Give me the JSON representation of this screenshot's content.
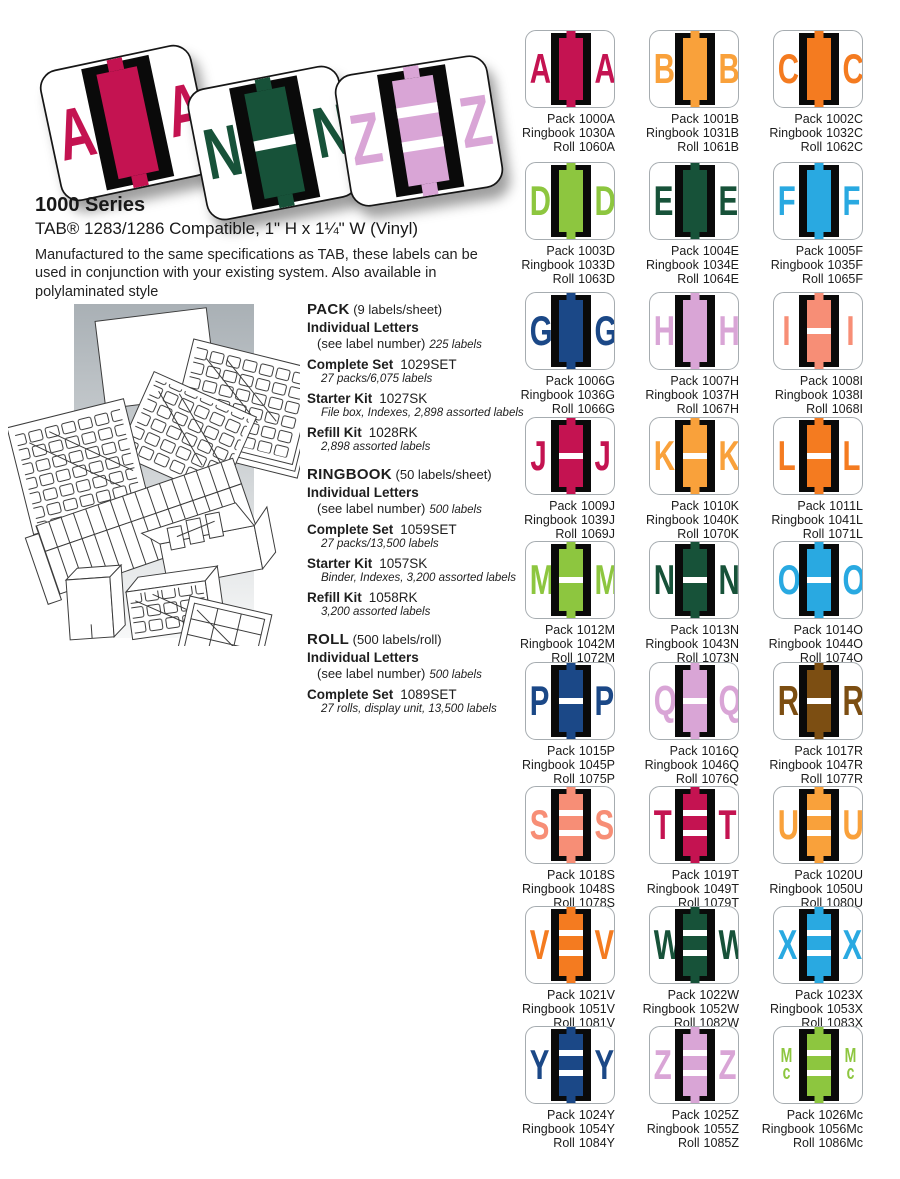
{
  "header": {
    "series_title": "1000 Series",
    "compat_line": "TAB® 1283/1286 Compatible, 1\" H x 1¼\" W (Vinyl)",
    "description": "Manufactured to the same specifications as TAB, these labels can be used in conjunction with your existing system. Also available in polylaminated style"
  },
  "hero_labels": [
    {
      "letter": "A",
      "color": "#C41351",
      "stripes": 0
    },
    {
      "letter": "N",
      "color": "#175239",
      "stripes": 1
    },
    {
      "letter": "Z",
      "color": "#D9A5D6",
      "stripes": 2
    }
  ],
  "ordering": {
    "sections": [
      {
        "name": "PACK",
        "qualifier": "(9 labels/sheet)",
        "items": [
          {
            "name": "Individual Letters",
            "code": "",
            "sub_plain": "(see label number)",
            "sub_italic": "225 labels"
          },
          {
            "name": "Complete Set",
            "code": "1029SET",
            "sub_plain": "",
            "sub_italic": "27 packs/6,075 labels"
          },
          {
            "name": "Starter Kit",
            "code": "1027SK",
            "sub_plain": "",
            "sub_italic": "File box, Indexes, 2,898 assorted labels"
          },
          {
            "name": "Refill Kit",
            "code": "1028RK",
            "sub_plain": "",
            "sub_italic": "2,898 assorted labels"
          }
        ]
      },
      {
        "name": "RINGBOOK",
        "qualifier": "(50 labels/sheet)",
        "items": [
          {
            "name": "Individual Letters",
            "code": "",
            "sub_plain": "(see label number)",
            "sub_italic": "500 labels"
          },
          {
            "name": "Complete Set",
            "code": "1059SET",
            "sub_plain": "",
            "sub_italic": "27 packs/13,500 labels"
          },
          {
            "name": "Starter Kit",
            "code": "1057SK",
            "sub_plain": "",
            "sub_italic": "Binder, Indexes, 3,200 assorted labels"
          },
          {
            "name": "Refill Kit",
            "code": "1058RK",
            "sub_plain": "",
            "sub_italic": "3,200 assorted labels"
          }
        ]
      },
      {
        "name": "ROLL",
        "qualifier": "(500 labels/roll)",
        "items": [
          {
            "name": "Individual Letters",
            "code": "",
            "sub_plain": "(see label number)",
            "sub_italic": "500 labels"
          },
          {
            "name": "Complete Set",
            "code": "1089SET",
            "sub_plain": "",
            "sub_italic": "27 rolls, display unit, 13,500 labels"
          }
        ]
      }
    ]
  },
  "catalog": {
    "caption_labels": {
      "pack": "Pack",
      "ringbook": "Ringbook",
      "roll": "Roll"
    },
    "rows": [
      {
        "cells": [
          {
            "letter": "A",
            "color": "#C41351",
            "stripes": 0,
            "pack": "1000A",
            "ringbook": "1030A",
            "roll": "1060A"
          },
          {
            "letter": "B",
            "color": "#F9A13B",
            "stripes": 0,
            "pack": "1001B",
            "ringbook": "1031B",
            "roll": "1061B"
          },
          {
            "letter": "C",
            "color": "#F47B20",
            "stripes": 0,
            "pack": "1002C",
            "ringbook": "1032C",
            "roll": "1062C"
          }
        ]
      },
      {
        "cells": [
          {
            "letter": "D",
            "color": "#8DC63F",
            "stripes": 0,
            "pack": "1003D",
            "ringbook": "1033D",
            "roll": "1063D"
          },
          {
            "letter": "E",
            "color": "#175239",
            "stripes": 0,
            "pack": "1004E",
            "ringbook": "1034E",
            "roll": "1064E"
          },
          {
            "letter": "F",
            "color": "#29A9E1",
            "stripes": 0,
            "pack": "1005F",
            "ringbook": "1035F",
            "roll": "1065F"
          }
        ]
      },
      {
        "cells": [
          {
            "letter": "G",
            "color": "#1B4887",
            "stripes": 0,
            "pack": "1006G",
            "ringbook": "1036G",
            "roll": "1066G"
          },
          {
            "letter": "H",
            "color": "#D9A5D6",
            "stripes": 0,
            "pack": "1007H",
            "ringbook": "1037H",
            "roll": "1067H"
          },
          {
            "letter": "I",
            "color": "#F78E76",
            "stripes": 1,
            "pack": "1008I",
            "ringbook": "1038I",
            "roll": "1068I"
          }
        ]
      },
      {
        "cells": [
          {
            "letter": "J",
            "color": "#C41351",
            "stripes": 1,
            "pack": "1009J",
            "ringbook": "1039J",
            "roll": "1069J"
          },
          {
            "letter": "K",
            "color": "#F9A13B",
            "stripes": 1,
            "pack": "1010K",
            "ringbook": "1040K",
            "roll": "1070K"
          },
          {
            "letter": "L",
            "color": "#F47B20",
            "stripes": 1,
            "pack": "1011L",
            "ringbook": "1041L",
            "roll": "1071L"
          }
        ]
      },
      {
        "cells": [
          {
            "letter": "M",
            "color": "#8DC63F",
            "stripes": 1,
            "pack": "1012M",
            "ringbook": "1042M",
            "roll": "1072M"
          },
          {
            "letter": "N",
            "color": "#175239",
            "stripes": 1,
            "pack": "1013N",
            "ringbook": "1043N",
            "roll": "1073N"
          },
          {
            "letter": "O",
            "color": "#29A9E1",
            "stripes": 1,
            "pack": "1014O",
            "ringbook": "1044O",
            "roll": "1074O"
          }
        ]
      },
      {
        "cells": [
          {
            "letter": "P",
            "color": "#1B4887",
            "stripes": 1,
            "pack": "1015P",
            "ringbook": "1045P",
            "roll": "1075P"
          },
          {
            "letter": "Q",
            "color": "#D9A5D6",
            "stripes": 1,
            "pack": "1016Q",
            "ringbook": "1046Q",
            "roll": "1076Q"
          },
          {
            "letter": "R",
            "color": "#7C4E12",
            "stripes": 1,
            "pack": "1017R",
            "ringbook": "1047R",
            "roll": "1077R"
          }
        ]
      },
      {
        "cells": [
          {
            "letter": "S",
            "color": "#F78E76",
            "stripes": 2,
            "pack": "1018S",
            "ringbook": "1048S",
            "roll": "1078S"
          },
          {
            "letter": "T",
            "color": "#C41351",
            "stripes": 2,
            "pack": "1019T",
            "ringbook": "1049T",
            "roll": "1079T"
          },
          {
            "letter": "U",
            "color": "#F9A13B",
            "stripes": 2,
            "pack": "1020U",
            "ringbook": "1050U",
            "roll": "1080U"
          }
        ]
      },
      {
        "cells": [
          {
            "letter": "V",
            "color": "#F47B20",
            "stripes": 2,
            "pack": "1021V",
            "ringbook": "1051V",
            "roll": "1081V"
          },
          {
            "letter": "W",
            "color": "#175239",
            "stripes": 2,
            "pack": "1022W",
            "ringbook": "1052W",
            "roll": "1082W"
          },
          {
            "letter": "X",
            "color": "#29A9E1",
            "stripes": 2,
            "pack": "1023X",
            "ringbook": "1053X",
            "roll": "1083X"
          }
        ]
      },
      {
        "cells": [
          {
            "letter": "Y",
            "color": "#1B4887",
            "stripes": 2,
            "pack": "1024Y",
            "ringbook": "1054Y",
            "roll": "1084Y"
          },
          {
            "letter": "Z",
            "color": "#D9A5D6",
            "stripes": 2,
            "pack": "1025Z",
            "ringbook": "1055Z",
            "roll": "1085Z"
          },
          {
            "letter": "M\nc",
            "color": "#8DC63F",
            "stripes": 2,
            "pack": "1026Mc",
            "ringbook": "1056Mc",
            "roll": "1086Mc"
          }
        ]
      }
    ]
  }
}
